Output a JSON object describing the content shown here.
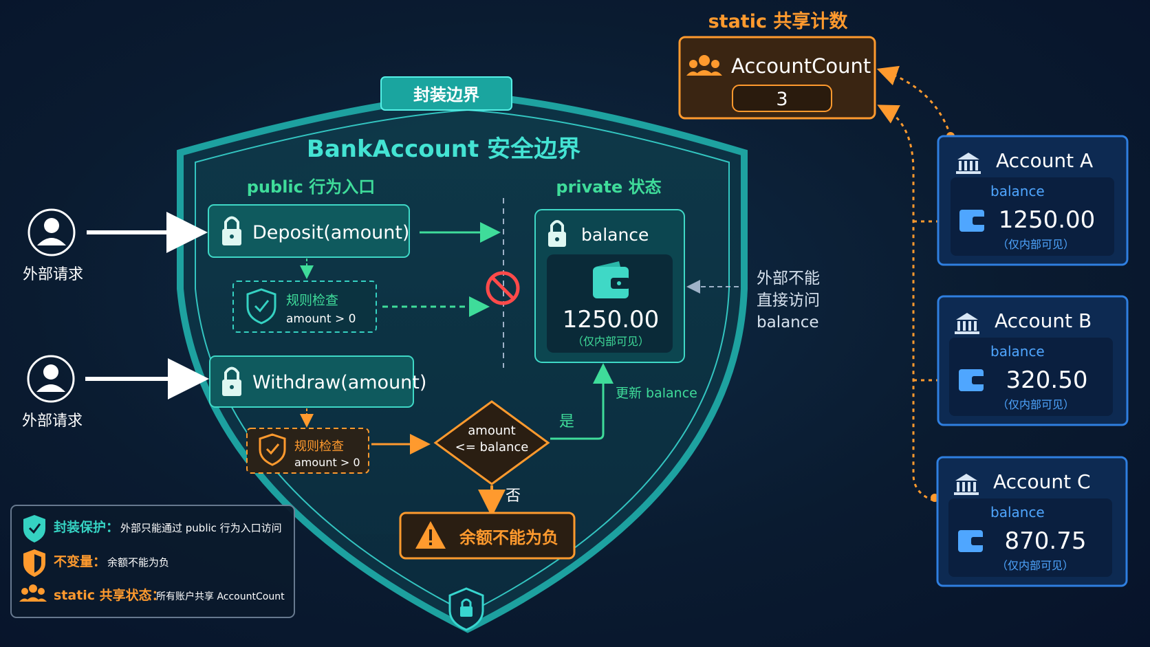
{
  "static_header": "static 共享计数",
  "account_count": {
    "label": "AccountCount",
    "value": "3"
  },
  "shield": {
    "tab": "封装边界",
    "title": "BankAccount 安全边界",
    "public_heading": "public 行为入口",
    "private_heading": "private 状态"
  },
  "external": [
    {
      "label": "外部请求"
    },
    {
      "label": "外部请求"
    }
  ],
  "deposit": {
    "method": "Deposit(amount)",
    "rule_title": "规则检查",
    "rule_expr": "amount > 0"
  },
  "withdraw": {
    "method": "Withdraw(amount)",
    "rule_title": "规则检查",
    "rule_expr": "amount > 0"
  },
  "decision": {
    "line1": "amount",
    "line2": "<= balance",
    "yes": "是",
    "no": "否"
  },
  "update_label": "更新 balance",
  "negative_warning": "余额不能为负",
  "private_balance": {
    "label": "balance",
    "value": "1250.00",
    "note": "（仅内部可见）"
  },
  "no_access_note": [
    "外部不能",
    "直接访问",
    "balance"
  ],
  "accounts": [
    {
      "name": "Account A",
      "balance_label": "balance",
      "value": "1250.00",
      "note": "（仅内部可见）"
    },
    {
      "name": "Account B",
      "balance_label": "balance",
      "value": "320.50",
      "note": "（仅内部可见）"
    },
    {
      "name": "Account C",
      "balance_label": "balance",
      "value": "870.75",
      "note": "（仅内部可见）"
    }
  ],
  "legend": [
    {
      "title": "封装保护：",
      "desc": "外部只能通过 public 行为入口访问",
      "icon": "shield-check-icon",
      "color": "#35d2c2"
    },
    {
      "title": "不变量：",
      "desc": "余额不能为负",
      "icon": "shield-icon",
      "color": "#ff9a2e"
    },
    {
      "title": "static 共享状态：",
      "desc": "所有账户共享 AccountCount",
      "icon": "users-icon",
      "color": "#ff9a2e"
    }
  ],
  "colors": {
    "teal": "#35d2c2",
    "green": "#3fdc9a",
    "orange": "#ff9a2e",
    "blue": "#2f7fe0",
    "red": "#ff4a4a"
  }
}
